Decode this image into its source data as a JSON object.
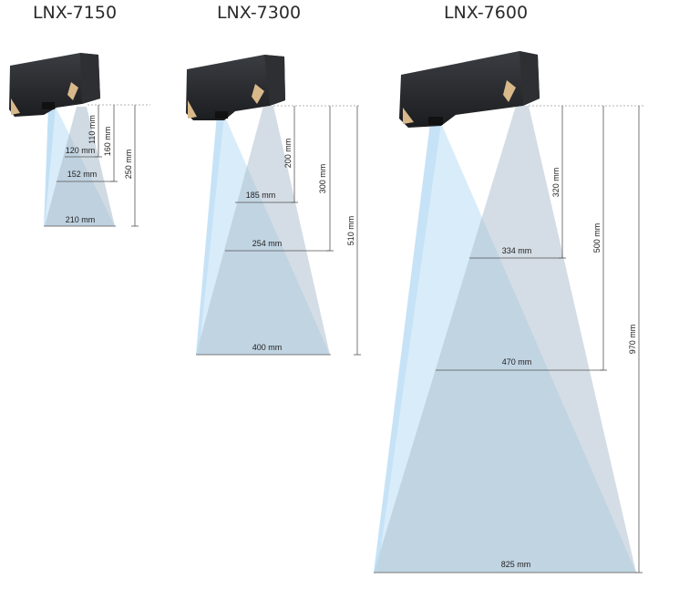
{
  "models": [
    {
      "name": "LNX-7150",
      "heights": [
        "110 mm",
        "160 mm",
        "250 mm"
      ],
      "widths": [
        "120 mm",
        "152 mm",
        "210 mm"
      ]
    },
    {
      "name": "LNX-7300",
      "heights": [
        "200 mm",
        "300 mm",
        "510 mm"
      ],
      "widths": [
        "185 mm",
        "254 mm",
        "400 mm"
      ]
    },
    {
      "name": "LNX-7600",
      "heights": [
        "320 mm",
        "500 mm",
        "970 mm"
      ],
      "widths": [
        "334 mm",
        "470 mm",
        "825 mm"
      ]
    }
  ],
  "colors": {
    "laser_beam": "#b9dcf4",
    "camera_beam": "#a9bccb",
    "overlap": "#a7c6e2",
    "housing": "#25272b",
    "accent": "#d9b98a"
  }
}
